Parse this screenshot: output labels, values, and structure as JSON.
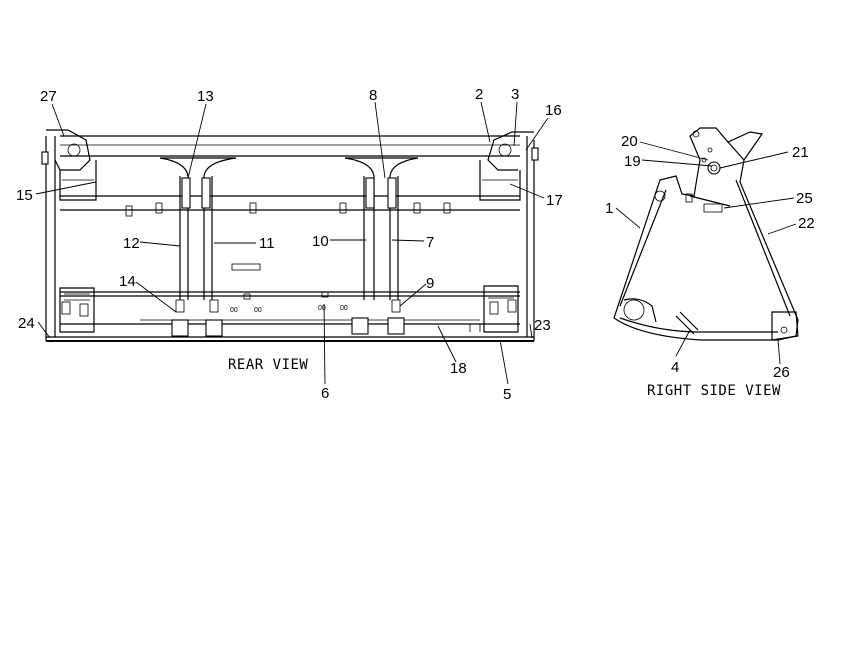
{
  "views": {
    "rear": {
      "caption": "REAR VIEW"
    },
    "side": {
      "caption": "RIGHT SIDE VIEW"
    }
  },
  "callouts": {
    "c1": "1",
    "c2": "2",
    "c3": "3",
    "c4": "4",
    "c5": "5",
    "c6": "6",
    "c7": "7",
    "c8": "8",
    "c9": "9",
    "c10": "10",
    "c11": "11",
    "c12": "12",
    "c13": "13",
    "c14": "14",
    "c15": "15",
    "c16": "16",
    "c17": "17",
    "c18": "18",
    "c19": "19",
    "c20": "20",
    "c21": "21",
    "c22": "22",
    "c23": "23",
    "c24": "24",
    "c25": "25",
    "c26": "26",
    "c27": "27"
  }
}
